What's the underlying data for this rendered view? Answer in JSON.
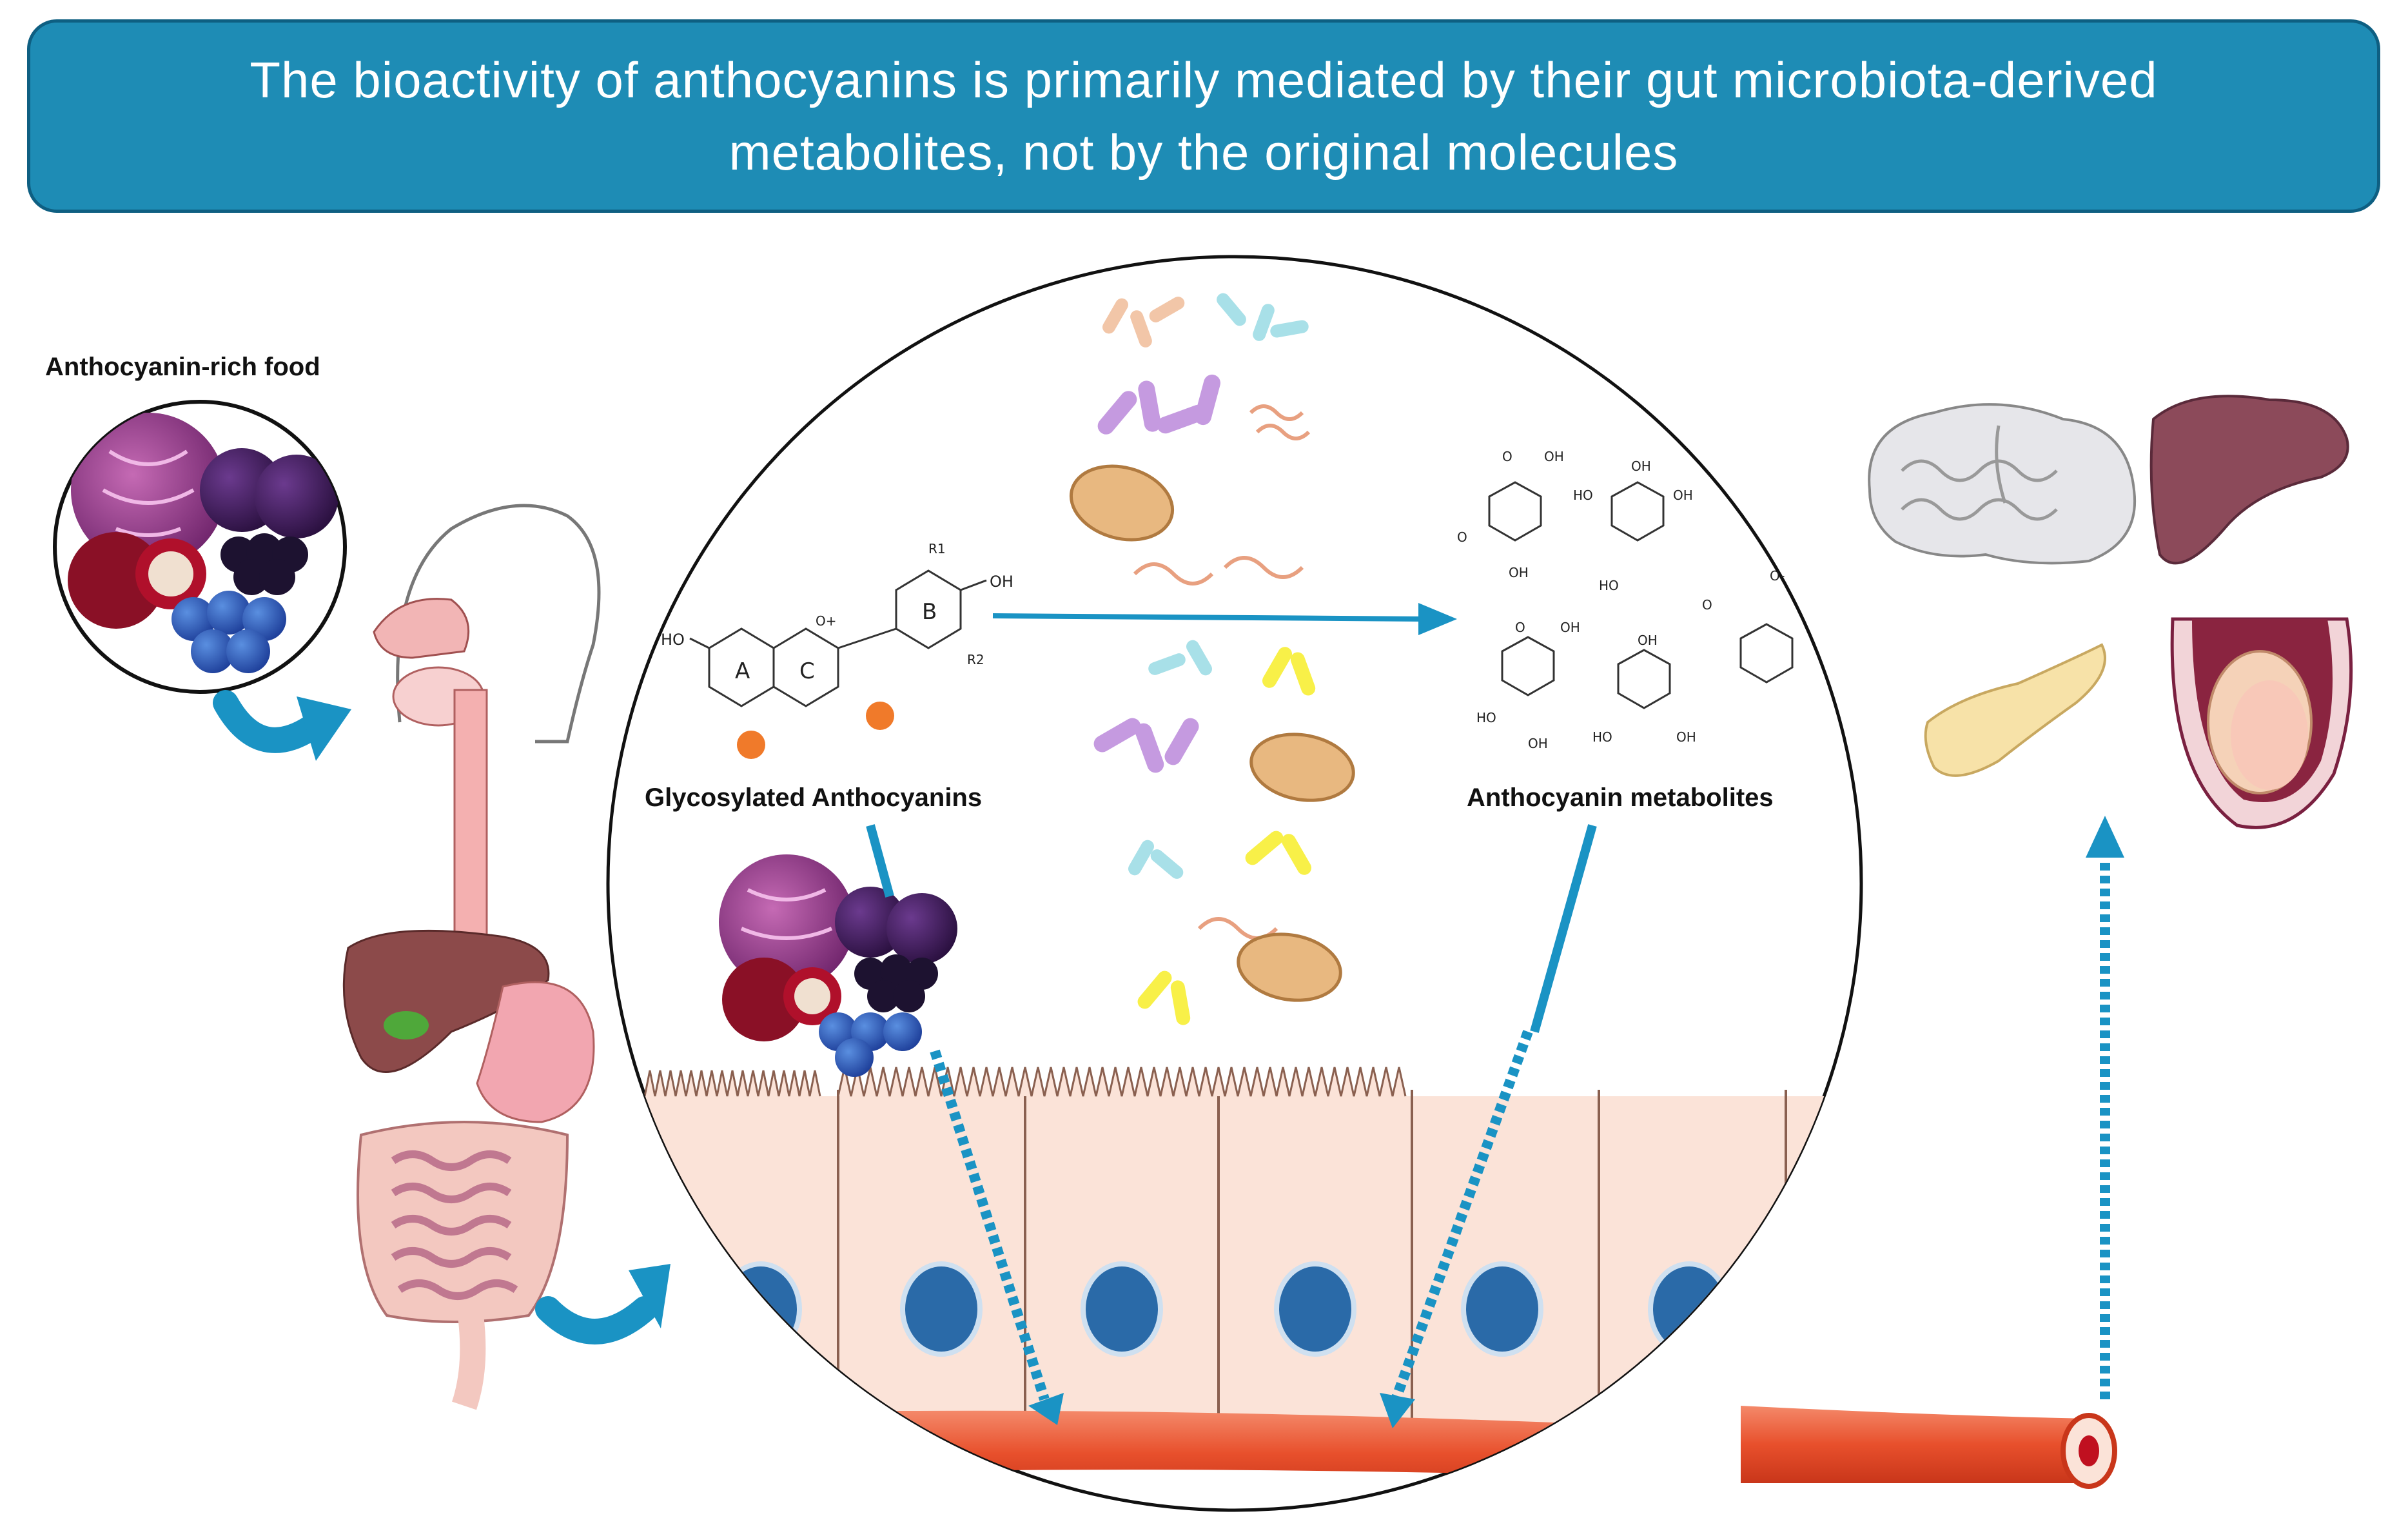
{
  "banner": {
    "line1": "The bioactivity of anthocyanins is primarily mediated by their gut microbiota-derived",
    "line2": "metabolites, not by the original molecules"
  },
  "labels": {
    "food": "Anthocyanin-rich food",
    "glycosylated": "Glycosylated Anthocyanins",
    "metabolites": "Anthocyanin metabolites"
  },
  "anthocyanin_structure": {
    "ring_a": "A",
    "ring_b": "B",
    "ring_c": "C",
    "oh_left": "HO",
    "oh_right": "OH",
    "r1": "R1",
    "r2": "R2",
    "o_plus": "O+"
  },
  "metabolite_structures": {
    "m1_oh": "OH",
    "m1_o": "O",
    "m1_ome": "O",
    "m1_oh2": "OH",
    "m2_oh_a": "OH",
    "m2_oh_b": "HO",
    "m2_oh_c": "OH",
    "m2_oh_d": "HO",
    "m3_oh": "OH",
    "m3_o": "O",
    "m3_ho1": "HO",
    "m3_oh2": "OH",
    "m4_oh": "OH",
    "m4_ho": "HO",
    "m4_oh2": "OH",
    "m5_o": "O",
    "m5_ominus": "O-"
  },
  "colors": {
    "banner": "#1e8cb5",
    "arrow_blue": "#1a93c4",
    "vessel_red": "#e8502c",
    "cell": "#fbe3d8",
    "nucleus": "#2a6aa8",
    "sugar_dot": "#f07a2a"
  },
  "icons": [
    "cabbage-icon",
    "plum-icon",
    "blackberry-icon",
    "blueberry-icon",
    "pomegranate-icon",
    "bacteria-icon",
    "brain-icon",
    "liver-icon",
    "pancreas-icon",
    "testis-icon",
    "blood-vessel-icon",
    "digestive-system-icon"
  ]
}
